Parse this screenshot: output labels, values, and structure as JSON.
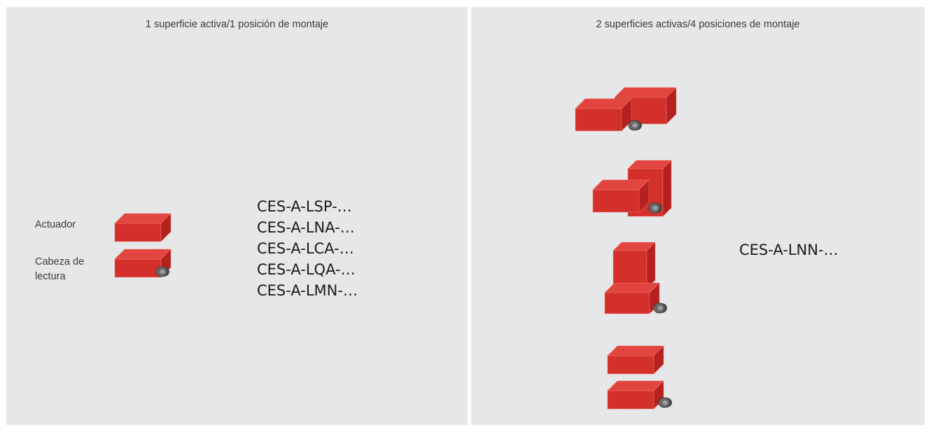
{
  "colors": {
    "panel_bg": "#e6e7e8",
    "block_front": "#d3302c",
    "block_top": "#e24540",
    "block_side": "#b5211e",
    "block_edge": "#f07a6e",
    "connector": "#6d6d6d"
  },
  "left_panel": {
    "title": "1 superficie activa/1 posición de montaje",
    "label_actuator": "Actuador",
    "label_head": "Cabeza de lectura",
    "codes": [
      "CES-A-LSP-…",
      "CES-A-LNA-…",
      "CES-A-LCA-…",
      "CES-A-LQA-…",
      "CES-A-LMN-…"
    ]
  },
  "right_panel": {
    "title": "2 superficies activas/4 posiciones de montaje",
    "code": "CES-A-LNN-…"
  },
  "icons": [
    "actuator-block-icon",
    "read-head-block-icon",
    "cable-connector-icon"
  ]
}
